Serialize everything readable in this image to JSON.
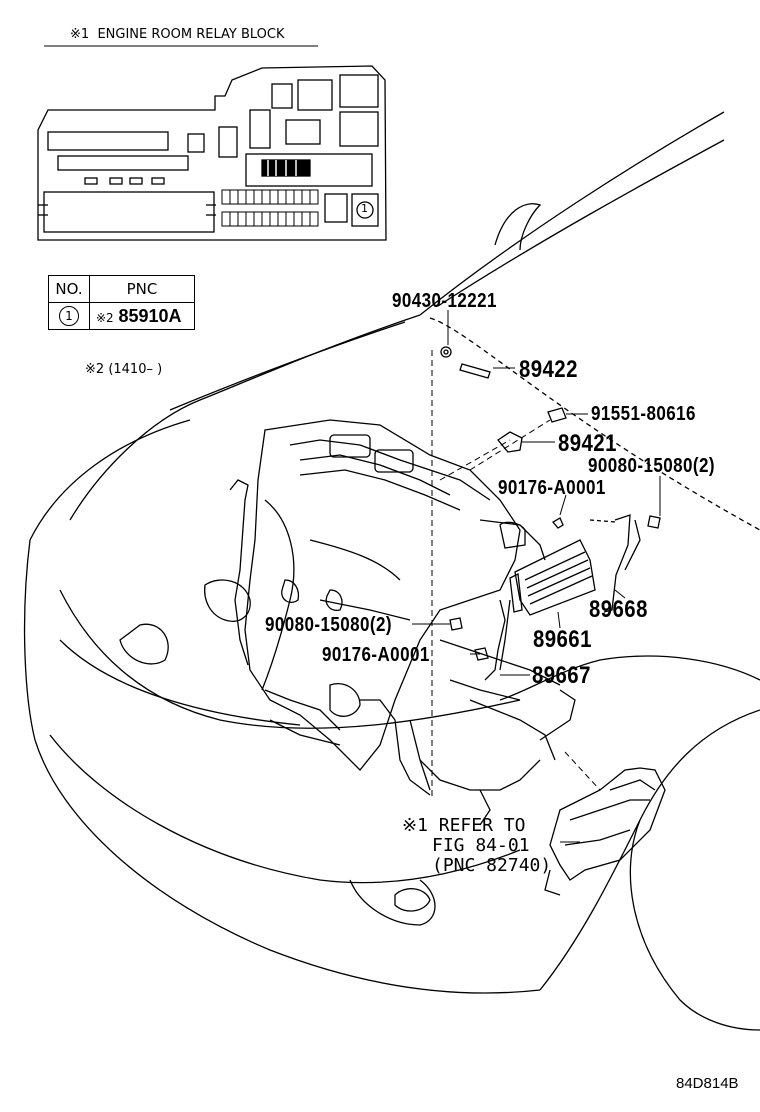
{
  "header": {
    "note_mark": "※1",
    "title": "ENGINE ROOM RELAY BLOCK"
  },
  "relay_block": {
    "callout": "1"
  },
  "table": {
    "col_no": "NO.",
    "col_pnc": "PNC",
    "rows": [
      {
        "no": "1",
        "mark": "※2",
        "pnc": "85910A"
      }
    ]
  },
  "footnote": {
    "mark": "※2",
    "text": "(1410–        )"
  },
  "parts": [
    {
      "id": "90430-12221"
    },
    {
      "id": "89422"
    },
    {
      "id": "91551-80616"
    },
    {
      "id": "89421"
    },
    {
      "id": "90080-15080(2)"
    },
    {
      "id": "90176-A0001"
    },
    {
      "id": "89668"
    },
    {
      "id": "90080-15080(2)"
    },
    {
      "id": "89661"
    },
    {
      "id": "90176-A0001"
    },
    {
      "id": "89667"
    }
  ],
  "refer": {
    "line1": "※1 REFER TO",
    "line2": "FIG 84-01",
    "line3": "(PNC 82740)"
  },
  "figure_code": "84D814B"
}
